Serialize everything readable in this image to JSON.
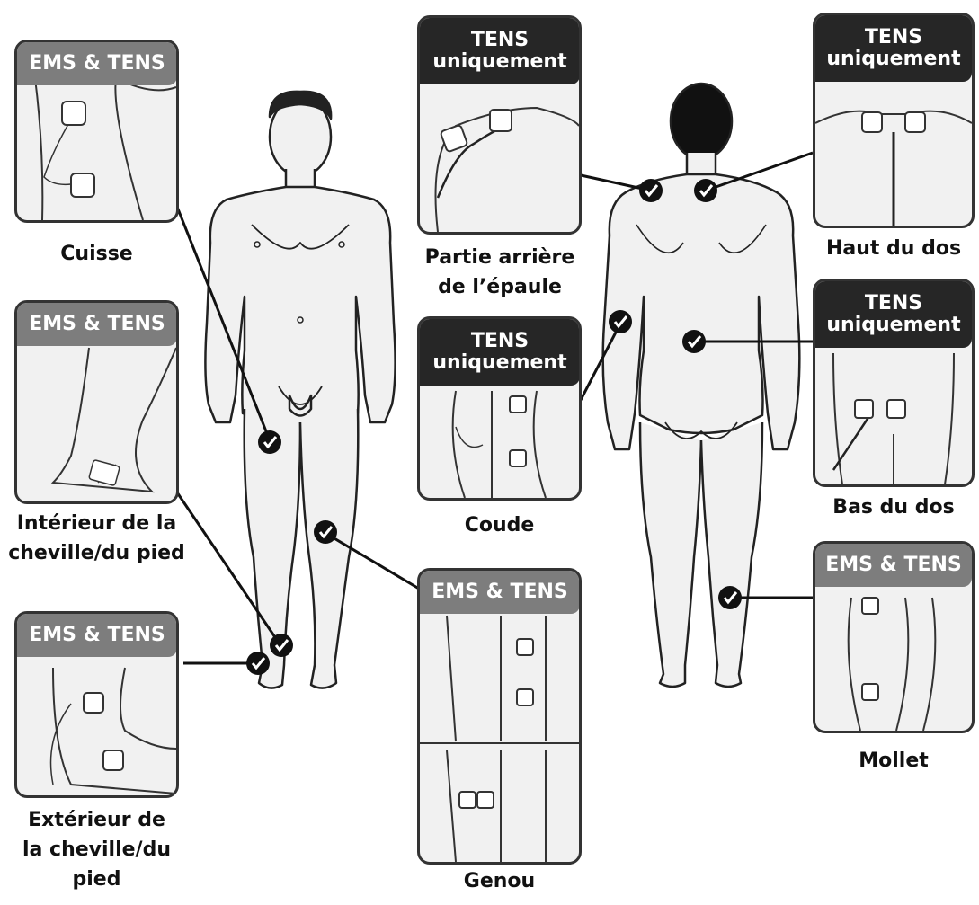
{
  "panels": {
    "cuisse": {
      "header": "EMS & TENS",
      "label": "Cuisse"
    },
    "interieur": {
      "header": "EMS & TENS",
      "label_line1": "Intérieur de la",
      "label_line2": "cheville/du pied"
    },
    "exterieur": {
      "header": "EMS & TENS",
      "label_line1": "Extérieur de",
      "label_line2": "la cheville/du",
      "label_line3": "pied"
    },
    "epaule": {
      "header_line1": "TENS",
      "header_line2": "uniquement",
      "label_line1": "Partie arrière",
      "label_line2": "de l’épaule"
    },
    "coude": {
      "header_line1": "TENS",
      "header_line2": "uniquement",
      "label": "Coude"
    },
    "genou": {
      "header": "EMS & TENS",
      "label": "Genou"
    },
    "haut_dos": {
      "header_line1": "TENS",
      "header_line2": "uniquement",
      "label": "Haut du dos"
    },
    "bas_dos": {
      "header_line1": "TENS",
      "header_line2": "uniquement",
      "label": "Bas du dos"
    },
    "mollet": {
      "header": "EMS & TENS",
      "label": "Mollet"
    }
  },
  "colors": {
    "ems_header": "#7d7d7d",
    "tens_header": "#262626",
    "marker": "#111111",
    "body_fill": "#f1f1f1",
    "outline": "#222222"
  },
  "icons": {
    "marker": "checkmark-circle-icon"
  }
}
